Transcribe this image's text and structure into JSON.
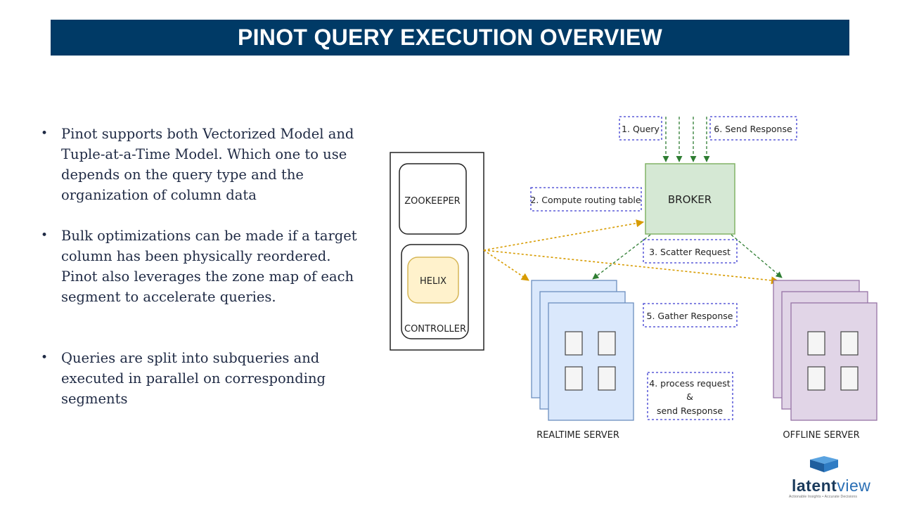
{
  "title": "PINOT QUERY EXECUTION OVERVIEW",
  "bullets": [
    "Pinot supports both Vectorized Model and Tuple-at-a-Time Model. Which one to use depends on the query type and the organization of column data",
    "Bulk optimizations can be made if a target column has been physically reordered. Pinot also leverages the zone map of each segment to accelerate queries.",
    "Queries are split into subqueries and executed in parallel on corresponding segments"
  ],
  "diagram": {
    "controller_box": {
      "zookeeper": "ZOOKEEPER",
      "helix": "HELIX",
      "controller": "CONTROLLER"
    },
    "broker": "BROKER",
    "steps": {
      "query": "1. Query",
      "send_response": "6. Send Response",
      "compute_routing": "2. Compute routing table",
      "scatter": "3. Scatter Request",
      "gather": "5. Gather Response",
      "process_line1": "4.  process request",
      "process_line2": "&",
      "process_line3": "send Response"
    },
    "realtime_label": "REALTIME SERVER",
    "offline_label": "OFFLINE SERVER",
    "colors": {
      "broker_fill": "#d5e8d4",
      "broker_stroke": "#82b366",
      "realtime_fill": "#dae8fc",
      "realtime_stroke": "#6c8ebf",
      "offline_fill": "#e1d5e7",
      "offline_stroke": "#9673a6",
      "helix_fill": "#fff2cc",
      "helix_stroke": "#d6b656",
      "arrow_orange": "#d79b00",
      "arrow_green": "#2e7d32",
      "label_border": "#3b3bd1"
    }
  },
  "logo": {
    "name_part1": "latent",
    "name_part2": "view",
    "tagline": "Actionable Insights • Accurate Decisions"
  }
}
